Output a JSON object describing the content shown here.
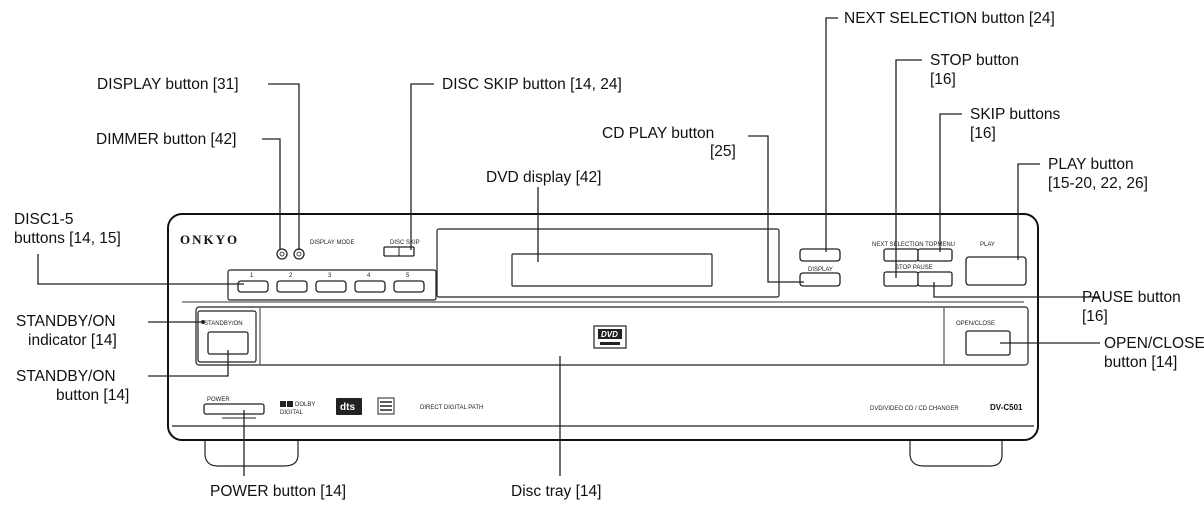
{
  "device": {
    "brand": "ONKYO",
    "model": "DV-C501",
    "model_caption": "DVD/VIDEO CD / CD CHANGER",
    "front_small": {
      "display_dimmer": "DISPLAY  MODE",
      "disc_skip": "DISC SKIP",
      "display_btn": "DISPLAY",
      "next_sel": "NEXT SELECTION   TOPMENU",
      "stop_pause": "STOP  PAUSE",
      "play": "PLAY",
      "standby": "STANDBY/ON",
      "open_close": "OPEN/CLOSE",
      "power": "POWER",
      "dolby_top": "DOLBY",
      "dolby_bottom": "DIGITAL",
      "dts": "dts",
      "direct": "DIRECT DIGITAL PATH"
    },
    "disc_numbers": [
      "1",
      "2",
      "3",
      "4",
      "5"
    ]
  },
  "labels": {
    "next_selection": "NEXT SELECTION button [24]",
    "stop_1": "STOP button",
    "stop_2": "[16]",
    "skip_1": "SKIP buttons",
    "skip_2": "[16]",
    "play_1": "PLAY button",
    "play_2": "[15-20, 22, 26]",
    "display": "DISPLAY button [31]",
    "disc_skip": "DISC SKIP button [14, 24]",
    "dimmer": "DIMMER  button [42]",
    "cd_play_1": "CD PLAY button",
    "cd_play_2": "[25]",
    "dvd_display": "DVD display [42]",
    "disc15_1": "DISC1-5",
    "disc15_2": "buttons [14, 15]",
    "standby_ind_1": "STANDBY/ON",
    "standby_ind_2": "indicator [14]",
    "standby_btn_1": "STANDBY/ON",
    "standby_btn_2": "button [14]",
    "pause_1": "PAUSE button",
    "pause_2": "[16]",
    "open_close_1": "OPEN/CLOSE",
    "open_close_2": "button [14]",
    "power": "POWER button [14]",
    "disc_tray": "Disc tray [14]"
  }
}
